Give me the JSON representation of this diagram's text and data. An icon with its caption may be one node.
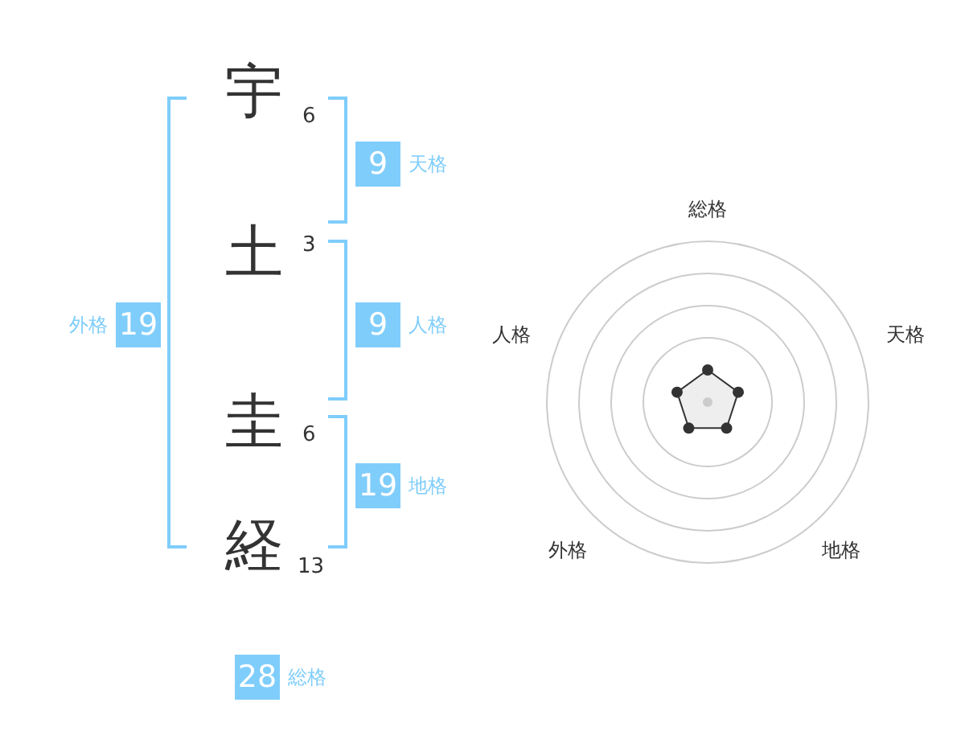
{
  "diagram": {
    "nodes": [
      {
        "text": [
          "9"
        ],
        "beside": [
          "天格"
        ]
      },
      {
        "text": [
          "19"
        ],
        "beside": [
          "外格"
        ]
      },
      {
        "text": [
          "9"
        ],
        "beside": [
          "人格"
        ]
      },
      {
        "text": [
          "19"
        ],
        "beside": [
          "地格"
        ]
      },
      {
        "text": [
          "28"
        ],
        "beside": [
          "総格"
        ]
      }
    ],
    "labels": [
      "宇",
      "6",
      "土",
      "3",
      "圭",
      "6",
      "経",
      "13",
      "総格",
      "人格",
      "天格",
      "外格",
      "地格"
    ]
  }
}
